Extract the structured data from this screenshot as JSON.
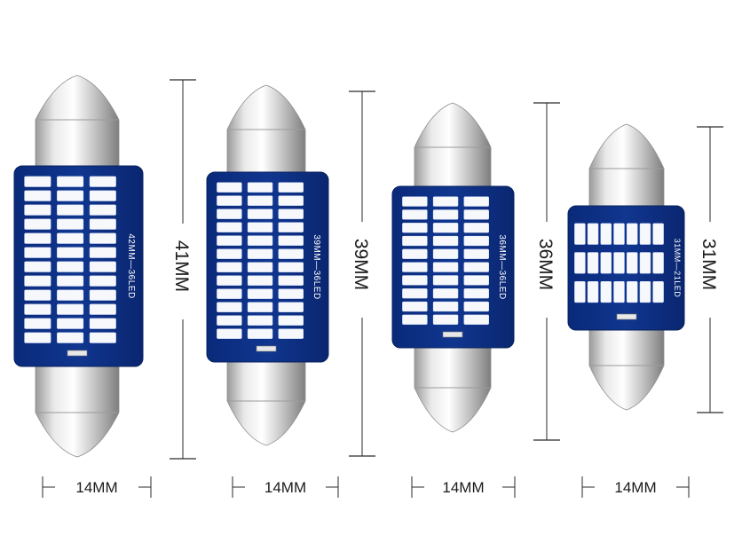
{
  "colors": {
    "board": "#0d2f83",
    "board_edge": "#08215e",
    "led": "#f6f8fc",
    "led_glow": "#dfe8ff",
    "metal_light": "#f2f2f2",
    "metal_mid": "#c9c9c9",
    "metal_dark": "#8c8c8c",
    "line": "#2a2a2a"
  },
  "bulbs": [
    {
      "board_label": "42MM—36LED",
      "length_label": "41MM",
      "width_label": "14MM",
      "led_rows": 12,
      "led_cols": 3
    },
    {
      "board_label": "39MM—36LED",
      "length_label": "39MM",
      "width_label": "14MM",
      "led_rows": 12,
      "led_cols": 3
    },
    {
      "board_label": "36MM—36LED",
      "length_label": "36MM",
      "width_label": "14MM",
      "led_rows": 10,
      "led_cols": 3
    },
    {
      "board_label": "31MM—21LED",
      "length_label": "31MM",
      "width_label": "14MM",
      "led_rows": 3,
      "led_cols": 7
    }
  ]
}
